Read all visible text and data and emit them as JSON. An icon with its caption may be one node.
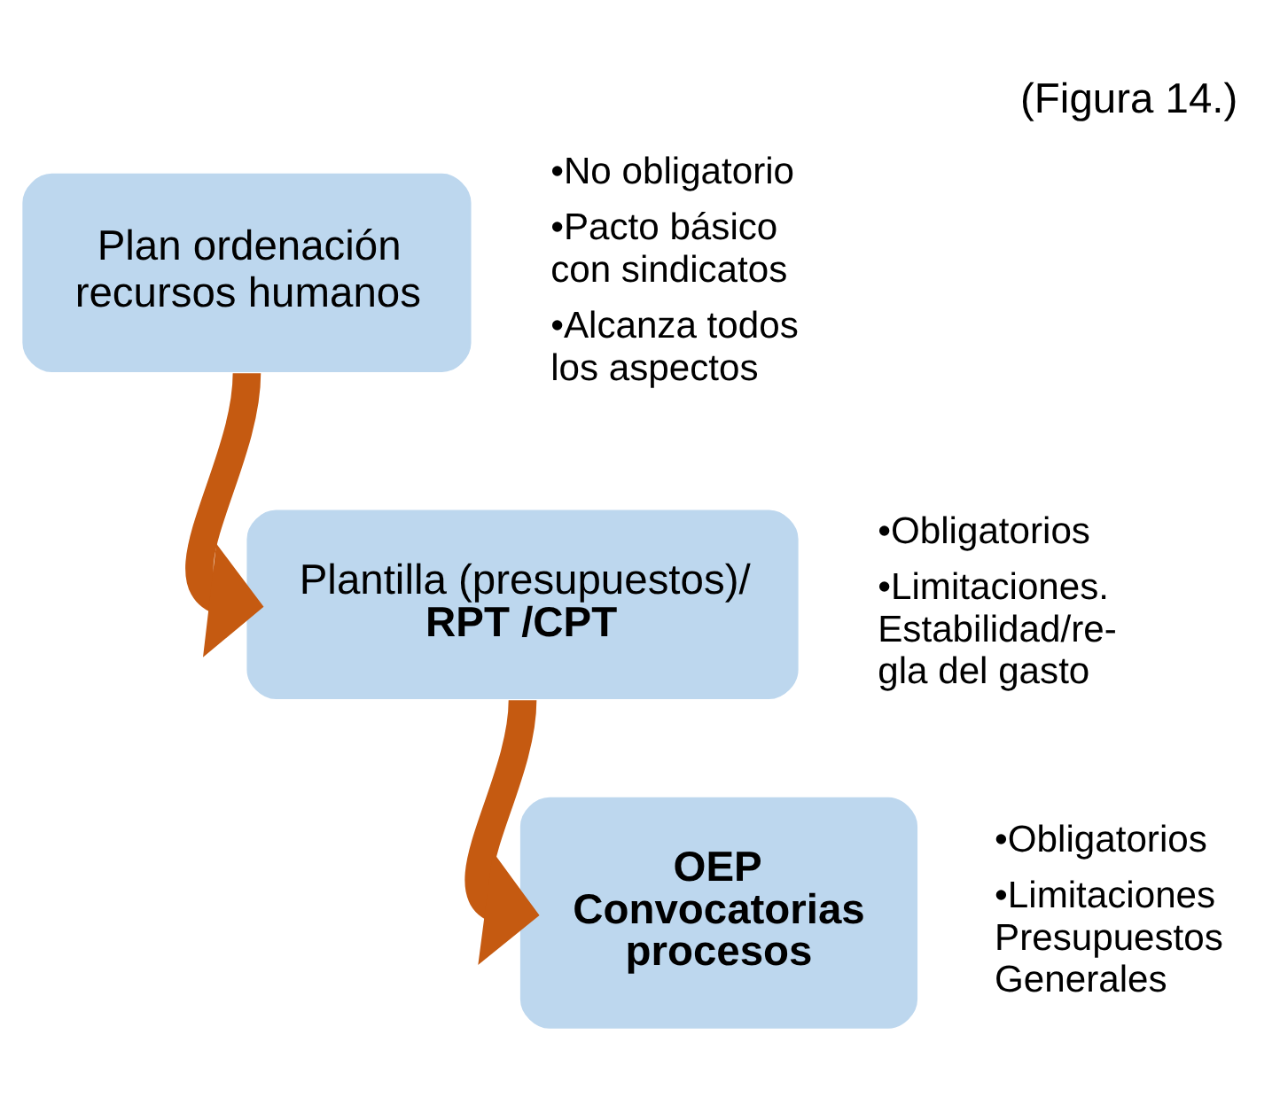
{
  "diagram": {
    "caption": "(Figura 14.)",
    "nodes": [
      {
        "text": [
          "Plan ordenación recursos humanos"
        ],
        "beside": [
          "•No obligatorio",
          "•Pacto básico con sindicatos",
          "•Alcanza todos los aspectos"
        ]
      },
      {
        "text": [
          "Plantilla (presupuestos)/",
          "RPT /CPT"
        ],
        "beside": [
          "•Obligatorios",
          "•Limitaciones. Estabilidad/re-gla del gasto"
        ]
      },
      {
        "text": [
          "OEP",
          "Convocatorias procesos"
        ],
        "beside": [
          "•Obligatorios",
          "•Limitaciones Presupuestos Generales"
        ]
      }
    ],
    "edges": [
      {
        "from": 0,
        "to": 1,
        "arrow": "to"
      },
      {
        "from": 1,
        "to": 2,
        "arrow": "to"
      }
    ]
  }
}
